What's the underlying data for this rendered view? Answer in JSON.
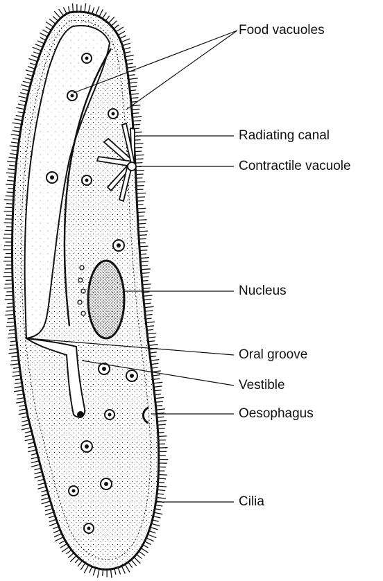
{
  "diagram": {
    "labels": {
      "food_vacuoles": "Food vacuoles",
      "radiating_canal": "Radiating canal",
      "contractile_vacuole": "Contractile vacuole",
      "nucleus": "Nucleus",
      "oral_groove": "Oral groove",
      "vestible": "Vestible",
      "oesophagus": "Oesophagus",
      "cilia": "Cilia"
    },
    "colors": {
      "ink": "#111111",
      "paper": "#ffffff"
    }
  }
}
